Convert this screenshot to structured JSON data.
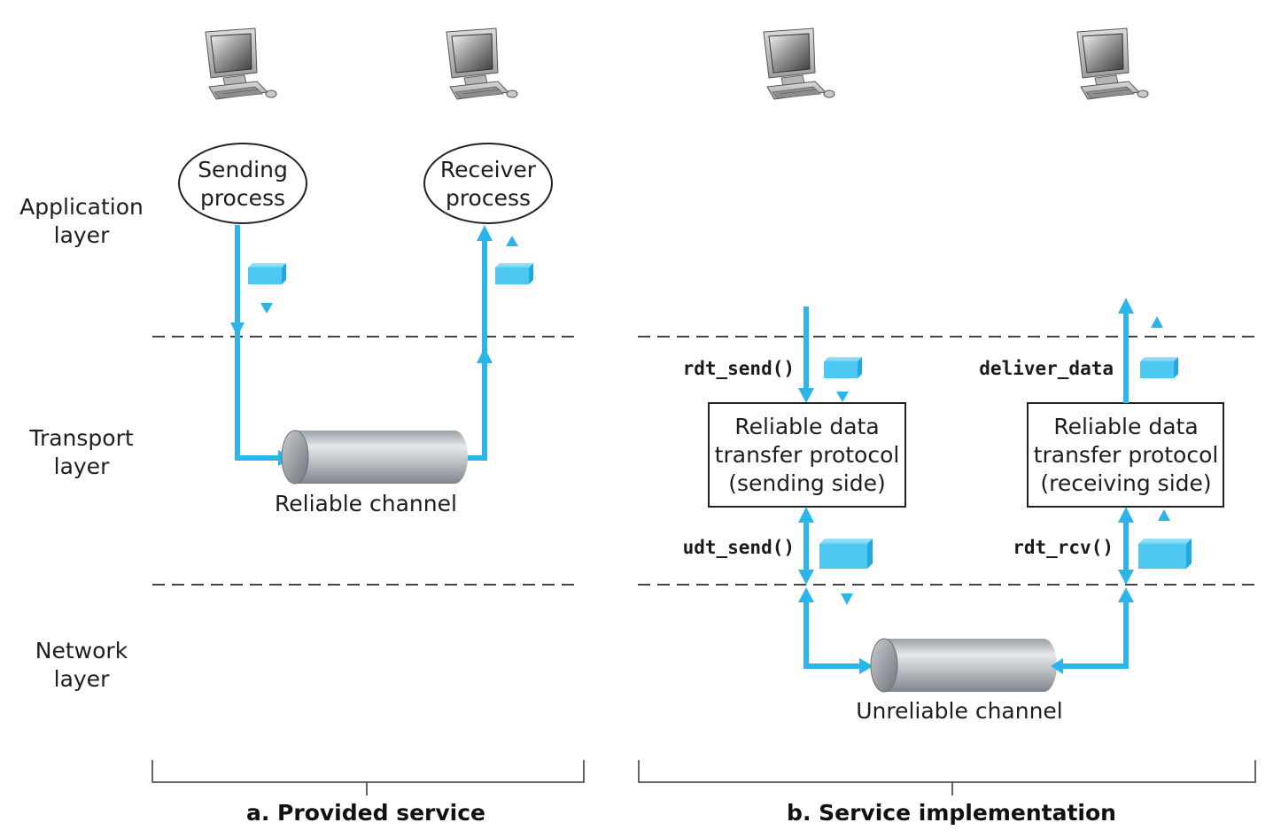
{
  "layers": {
    "application": [
      "Application",
      "layer"
    ],
    "transport": [
      "Transport",
      "layer"
    ],
    "network": [
      "Network",
      "layer"
    ]
  },
  "panel_a": {
    "sender": [
      "Sending",
      "process"
    ],
    "receiver": [
      "Receiver",
      "process"
    ],
    "channel": "Reliable channel",
    "caption": "a. Provided service"
  },
  "panel_b": {
    "rdt_send": "rdt_send()",
    "deliver_data": "deliver_data",
    "udt_send": "udt_send()",
    "rdt_rcv": "rdt_rcv()",
    "sender_box": [
      "Reliable data",
      "transfer protocol",
      "(sending side)"
    ],
    "receiver_box": [
      "Reliable data",
      "transfer protocol",
      "(receiving side)"
    ],
    "channel": "Unreliable channel",
    "caption": "b. Service implementation"
  },
  "colors": {
    "flow": "#2bb5ea",
    "packet": "#4cc8f1",
    "channel": "#b9bdc1"
  },
  "icons": [
    "desktop-computer-icon",
    "packet-icon",
    "pipe-channel-icon"
  ]
}
